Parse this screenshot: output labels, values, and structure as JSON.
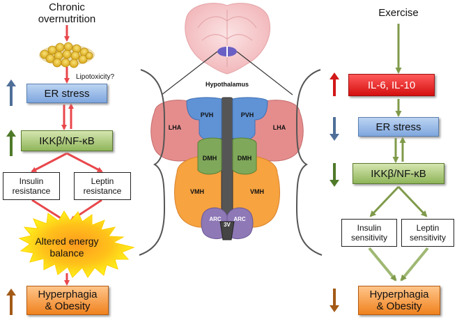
{
  "left": {
    "title_line1": "Chronic",
    "title_line2": "overnutrition",
    "lipotoxicity": "Lipotoxicity?",
    "er_stress": "ER stress",
    "ikk": "IKKβ/NF-κB",
    "insulin_line1": "Insulin",
    "insulin_line2": "resistance",
    "leptin_line1": "Leptin",
    "leptin_line2": "resistance",
    "energy_line1": "Altered energy",
    "energy_line2": "balance",
    "outcome_line1": "Hyperphagia",
    "outcome_line2": "& Obesity"
  },
  "center": {
    "title": "Hypothalamus",
    "regions": {
      "pvh_left": "PVH",
      "pvh_right": "PVH",
      "lha_left": "LHA",
      "lha_right": "LHA",
      "dmh_left": "DMH",
      "dmh_right": "DMH",
      "vmh_left": "VMH",
      "vmh_right": "VMH",
      "arc_left": "ARC",
      "arc_right": "ARC",
      "third_ventricle": "3V"
    }
  },
  "right": {
    "title": "Exercise",
    "cytokines": "IL-6, IL-10",
    "er_stress": "ER stress",
    "ikk": "IKKβ/NF-κB",
    "insulin_line1": "Insulin",
    "insulin_line2": "sensitivity",
    "leptin_line1": "Leptin",
    "leptin_line2": "sensitivity",
    "outcome_line1": "Hyperphagia",
    "outcome_line2": "& Obesity"
  },
  "colors": {
    "left_arrow": "#e8474b",
    "right_arrow": "#7f9a4a",
    "up_blue": "#4f6f99",
    "up_green": "#4f7a2a",
    "up_red": "#d21818",
    "orange_arrow": "#a35a17",
    "pvh": "#5f93d6",
    "lha": "#e58d8d",
    "dmh": "#7fa85a",
    "vmh": "#f6a340",
    "arc": "#8e78b6"
  }
}
